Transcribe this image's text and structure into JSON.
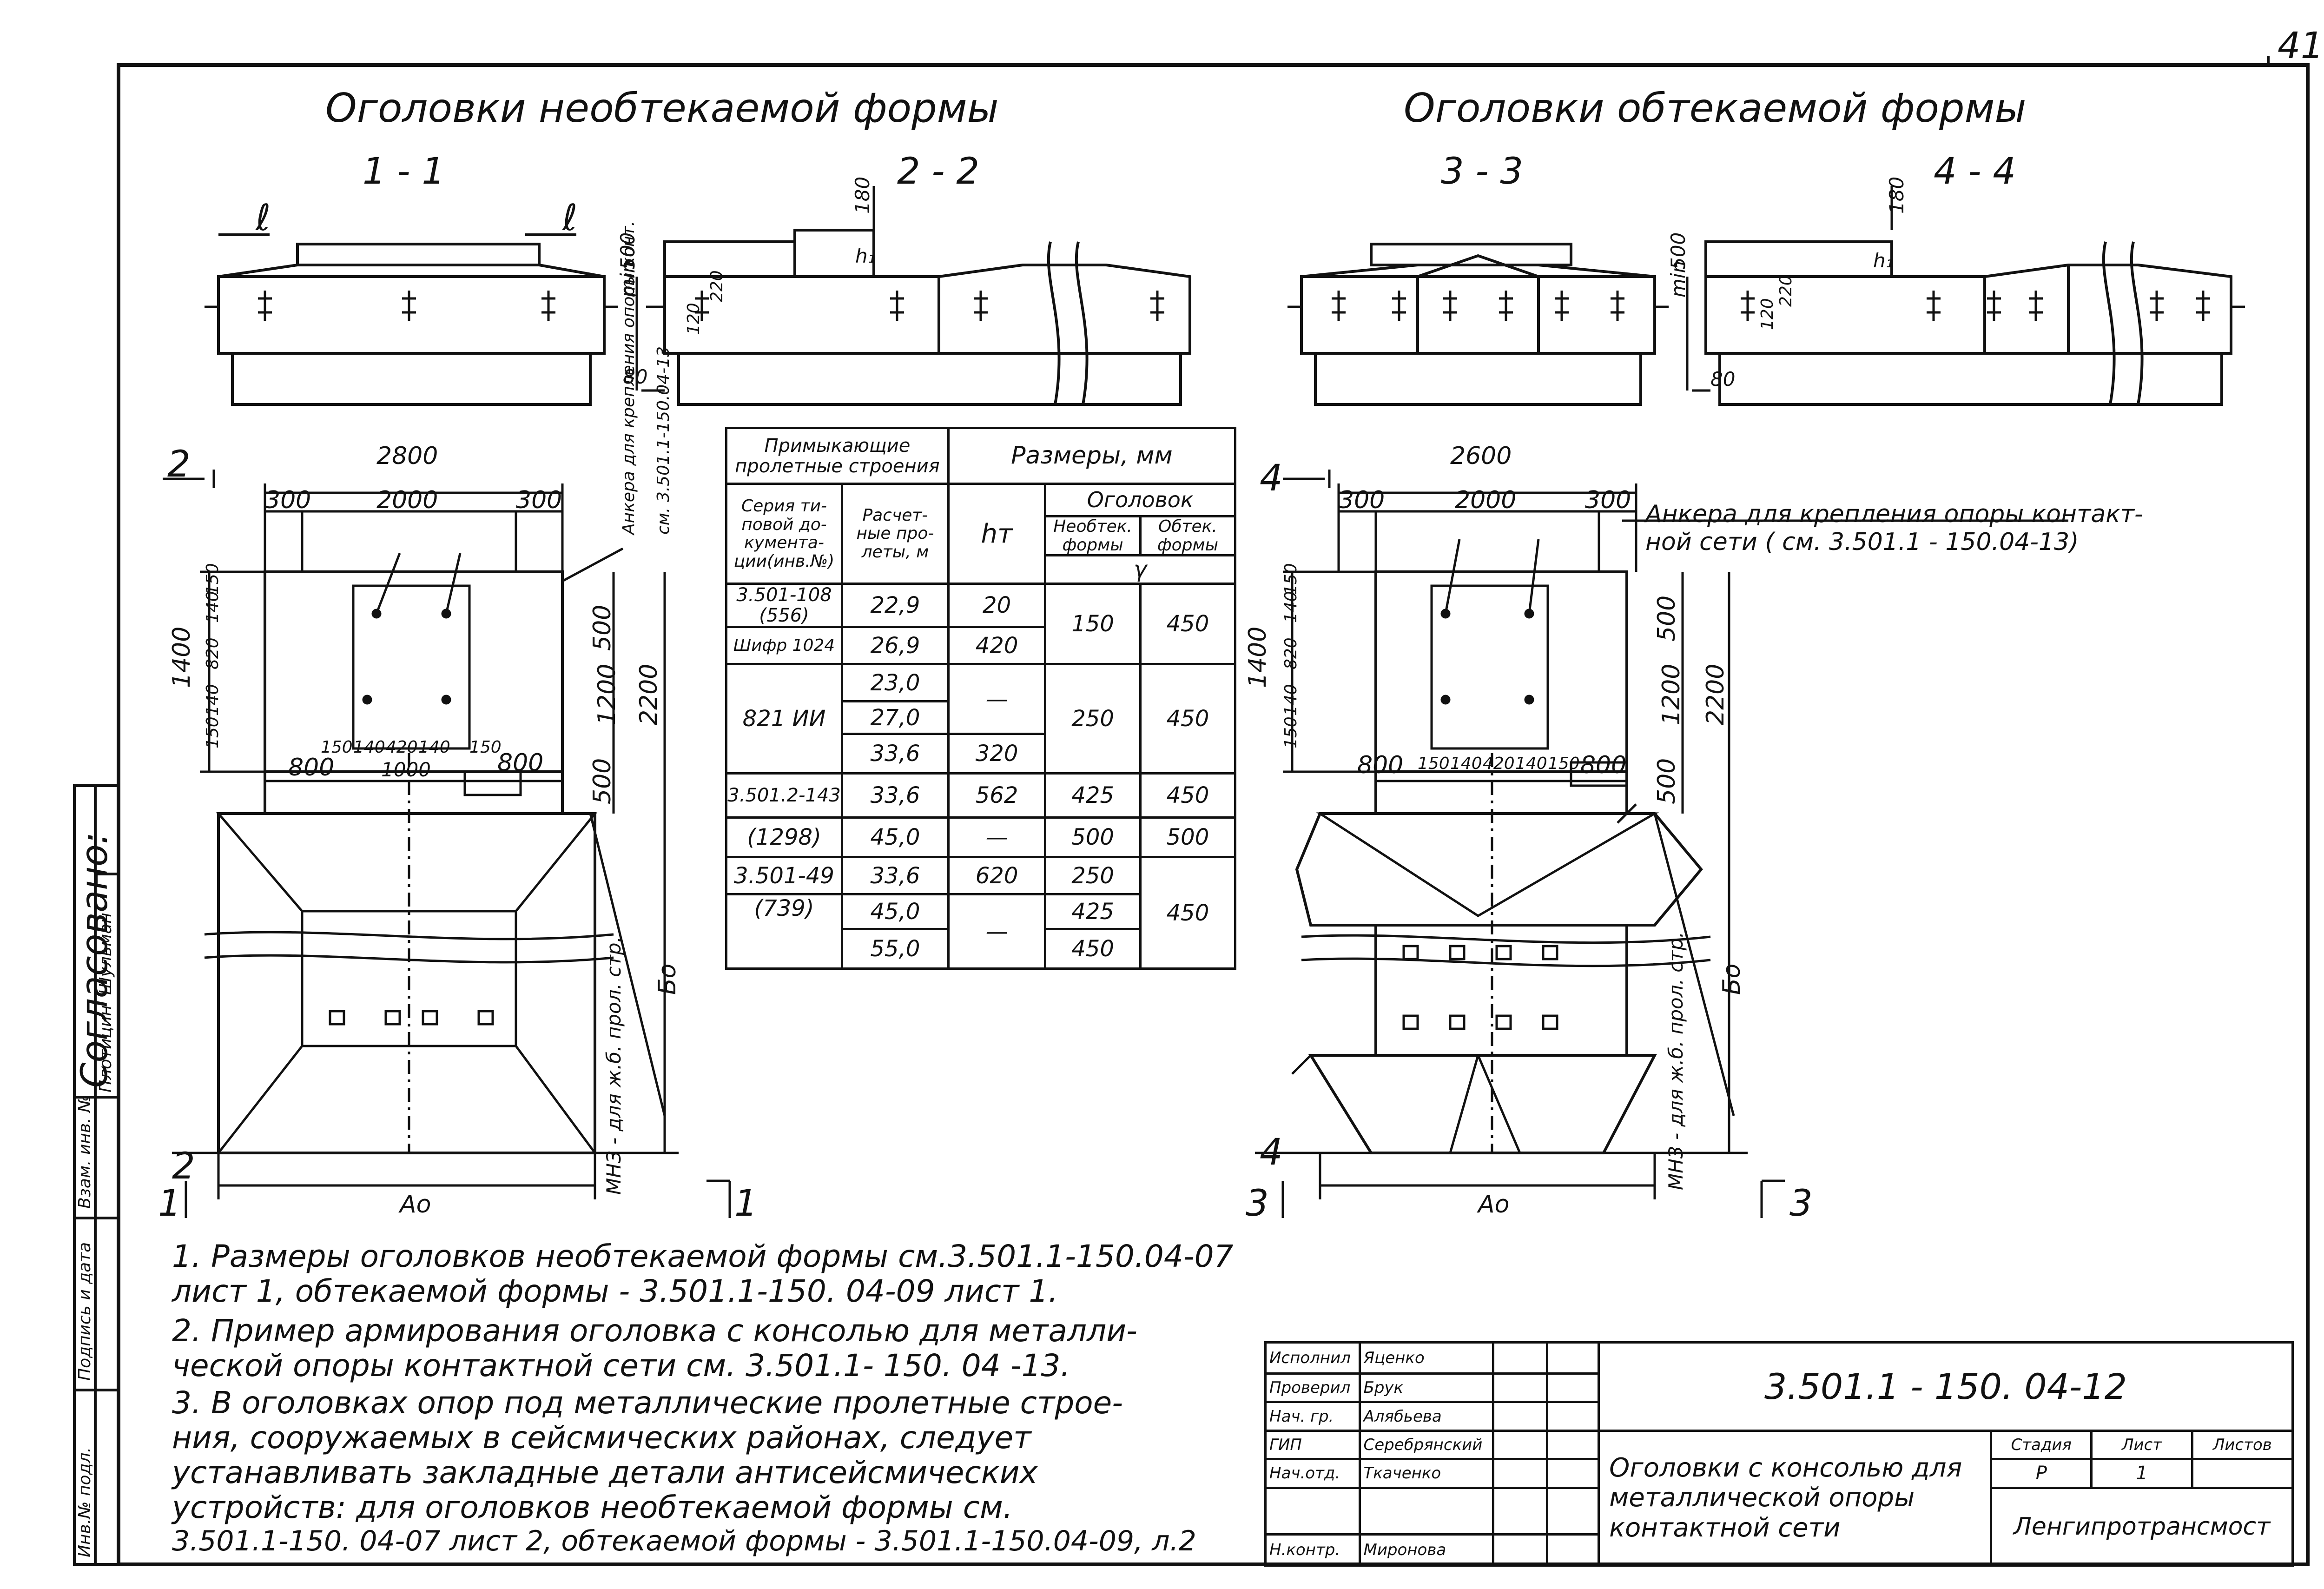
{
  "sheet_number": "41",
  "headings": {
    "left": "Оголовки необтекаемой формы",
    "right": "Оголовки обтекаемой формы"
  },
  "sections": {
    "s11": "1 - 1",
    "s22": "2 - 2",
    "s33": "3 - 3",
    "s44": "4 - 4",
    "mark_l": "ℓ",
    "cut_1": "1",
    "cut_2": "2",
    "cut_3": "3",
    "cut_4": "4"
  },
  "dims": {
    "d180": "180",
    "d80": "80",
    "d500": "500",
    "dmin": "min",
    "d220": "220",
    "d120": "120",
    "h1": "h₁",
    "ref_a": "см. 3.501.1-150.04-13",
    "anchor_short": "Анкера для крепления опоры конт.",
    "left_plan": {
      "w2800": "2800",
      "w300a": "300",
      "w2000": "2000",
      "w300b": "300",
      "h1400": "1400",
      "h150a": "150",
      "h140a": "140",
      "h820": "820",
      "h140b": "140",
      "h150b": "150",
      "h500": "500",
      "h1200": "1200",
      "h2200": "2200",
      "h500b": "500",
      "b800": "800",
      "b150": "150",
      "b140": "140",
      "b420": "420",
      "b140b": "140",
      "b150b": "150",
      "b1000": "1000",
      "b800b": "800",
      "bo": "Бо",
      "ao": "Ао",
      "side_note": "МНЗ - для ж.б. прол. стр."
    },
    "right_plan": {
      "w2600": "2600",
      "w300a": "300",
      "w2000": "2000",
      "w300b": "300",
      "h1400": "1400",
      "h150a": "150",
      "h140a": "140",
      "h820": "820",
      "h140b": "140",
      "h150b": "150",
      "h500": "500",
      "h1200": "1200",
      "h2200": "2200",
      "h500b": "500",
      "b800": "800",
      "b150": "150",
      "b140": "140",
      "b420": "420",
      "b140b": "140",
      "b150b": "150",
      "b800b": "800",
      "bo": "Бо",
      "ao": "Ао",
      "side_note": "МНЗ - для ж.б. прол. стр."
    },
    "anchor_note": "Анкера для крепления опоры контакт-",
    "anchor_note2": "ной сети ( см. 3.501.1 - 150.04-13)"
  },
  "table": {
    "h_adjacent": "Примыкающие пролетные строения",
    "h_sizes": "Размеры, мм",
    "h_series": "Серия ти- повой до- кумента- ции(инв.№)",
    "h_spans": "Расчет- ные про- леты, м",
    "h_ht": "hт",
    "h_head": "Оголовок",
    "h_nonstream": "Необтек. формы",
    "h_stream": "Обтек. формы",
    "h_gamma": "γ",
    "rows": [
      {
        "series": "3.501-108 (556)",
        "span": "22,9",
        "ht": "20",
        "a": "150",
        "b": "450"
      },
      {
        "series": "Шифр 1024",
        "span": "26,9",
        "ht": "420",
        "a": "",
        "b": ""
      },
      {
        "series": "821 ИИ",
        "span": "23,0",
        "ht": "—",
        "a": "250",
        "b": "450"
      },
      {
        "series": "",
        "span": "27,0",
        "ht": "",
        "a": "",
        "b": ""
      },
      {
        "series": "",
        "span": "33,6",
        "ht": "320",
        "a": "",
        "b": ""
      },
      {
        "series": "3.501.2-143",
        "span": "33,6",
        "ht": "562",
        "a": "425",
        "b": "450"
      },
      {
        "series": "(1298)",
        "span": "45,0",
        "ht": "—",
        "a": "500",
        "b": "500"
      },
      {
        "series": "3.501-49",
        "span": "33,6",
        "ht": "620",
        "a": "250",
        "b": "450"
      },
      {
        "series": "(739)",
        "span": "45,0",
        "ht": "—",
        "a": "425",
        "b": ""
      },
      {
        "series": "",
        "span": "55,0",
        "ht": "",
        "a": "450",
        "b": ""
      }
    ]
  },
  "notes": [
    "1. Размеры оголовков необтекаемой формы см.3.501.1-150.04-07",
    "лист 1, обтекаемой формы - 3.501.1-150. 04-09 лист 1.",
    "2. Пример армирования оголовка с консолью для металли-",
    "ческой опоры контактной сети см. 3.501.1- 150. 04 -13.",
    "3. В оголовках опор под металлические пролетные строе-",
    "ния, сооружаемых в сейсмических районах, следует",
    "устанавливать закладные детали антисейсмических",
    "устройств: для оголовков необтекаемой формы см.",
    "3.501.1-150. 04-07 лист 2, обтекаемой формы - 3.501.1-150.04-09, л.2"
  ],
  "stamp": {
    "code": "3.501.1 - 150. 04-12",
    "title": "Оголовки с консолью для металлической опоры контактной сети",
    "stage_label": "Стадия",
    "sheet_label": "Лист",
    "sheets_label": "Листов",
    "stage": "Р",
    "sheet": "1",
    "org": "Ленгипротрансмост",
    "people": [
      {
        "role": "Исполнил",
        "name": "Яценко"
      },
      {
        "role": "Проверил",
        "name": "Брук"
      },
      {
        "role": "Нач. гр.",
        "name": "Алябьева"
      },
      {
        "role": "ГИП",
        "name": "Серебрянский"
      },
      {
        "role": "Нач.отд.",
        "name": "Ткаченко"
      },
      {
        "role": "",
        "name": ""
      },
      {
        "role": "Н.контр.",
        "name": "Миронова"
      }
    ]
  },
  "left_strip": {
    "agreed": "Согласовано:",
    "name1": "Плотицин",
    "name2": "Шульман",
    "inv_orig": "Инв.№ подл.",
    "sign_date": "Подпись и дата",
    "vzam": "Взам. инв. №"
  }
}
